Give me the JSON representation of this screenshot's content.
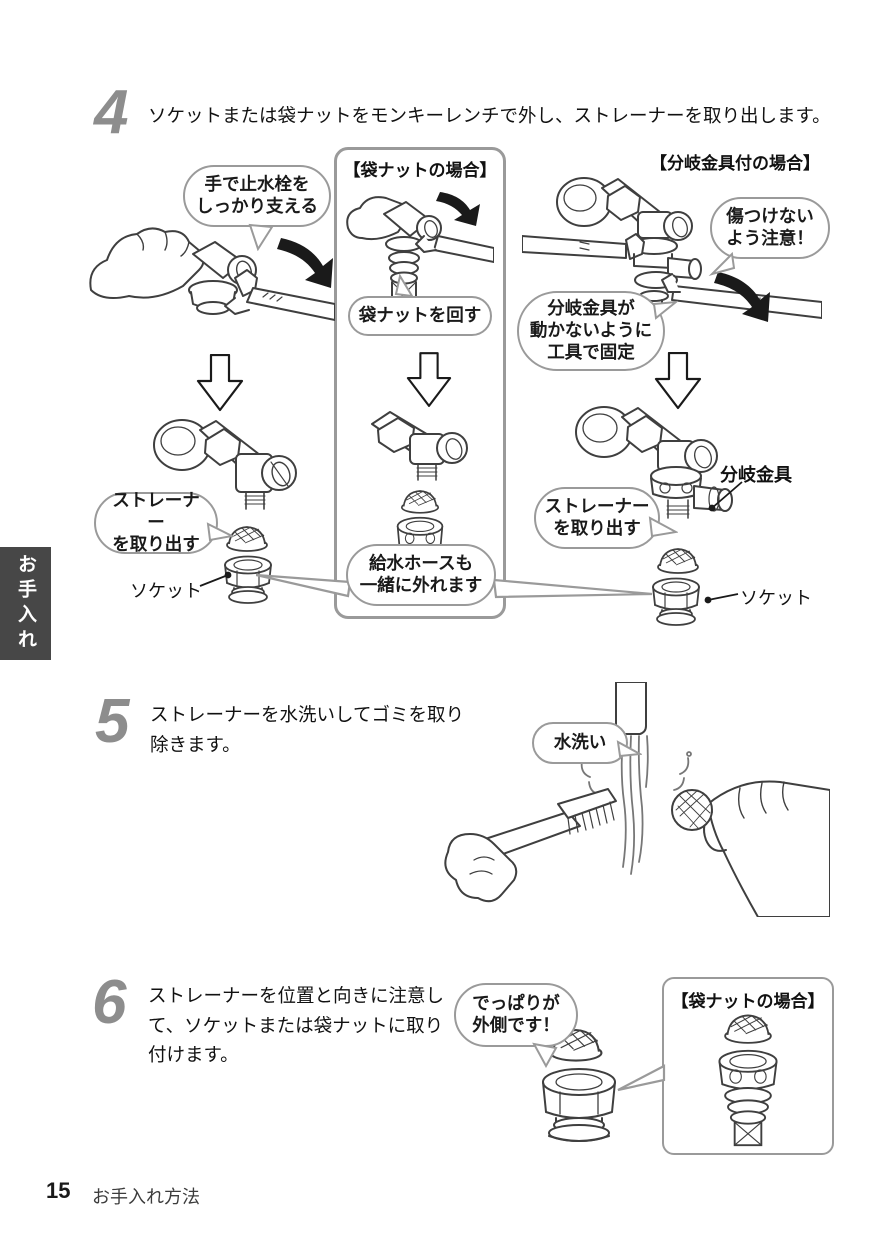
{
  "colors": {
    "line_art": "#3f3f3f",
    "bubble_border": "#9a9a9a",
    "step_number_gray": "#8d8d8d",
    "sidebar_tab_bg": "#474747",
    "arrow_black": "#1a1a1a"
  },
  "icons": {
    "down_arrow": "block-down-arrow",
    "rotate_arrow": "curved-black-rotation-arrow"
  },
  "sidebar": {
    "tab": "お手入れ"
  },
  "step4": {
    "number": "4",
    "instruction": "ソケットまたは袋ナットをモンキーレンチで外し、ストレーナーを取り出します。",
    "left": {
      "bubble_hold": "手で止水栓を\nしっかり支える",
      "bubble_strainer": "ストレーナー\nを取り出す",
      "label_socket": "ソケット"
    },
    "middle": {
      "header": "【袋ナットの場合】",
      "bubble_turn": "袋ナットを回す",
      "bubble_hose": "給水ホースも\n一緒に外れます"
    },
    "right": {
      "header": "【分岐金具付の場合】",
      "bubble_caution": "傷つけない\nよう注意！",
      "bubble_fix": "分岐金具が\n動かないように\n工具で固定",
      "label_branch": "分岐金具",
      "bubble_strainer": "ストレーナー\nを取り出す",
      "label_socket": "ソケット"
    }
  },
  "step5": {
    "number": "5",
    "instruction": "ストレーナーを水洗いしてゴミを取り\n除きます。",
    "bubble_rinse": "水洗い"
  },
  "step6": {
    "number": "6",
    "instruction": "ストレーナーを位置と向きに注意し\nて、ソケットまたは袋ナットに取り\n付けます。",
    "bubble_tab": "でっぱりが\n外側です！",
    "box_header": "【袋ナットの場合】"
  },
  "footer": {
    "page_number": "15",
    "section_title": "お手入れ方法"
  }
}
